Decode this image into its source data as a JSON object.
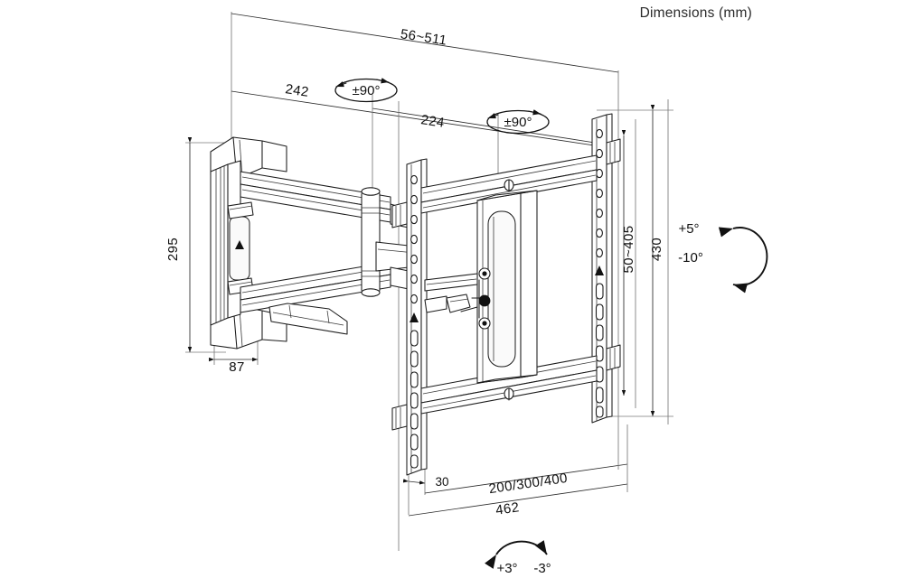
{
  "header": {
    "title": "Dimensions (mm)"
  },
  "drawing": {
    "subject": "full-motion tv wall mount bracket",
    "units": "mm",
    "view": "isometric technical line drawing"
  },
  "dimensions": {
    "extension_range": "56~511",
    "arm_span_upper": "242",
    "arm_span_lower": "224",
    "wall_plate_height": "295",
    "wall_plate_depth": "87",
    "vesa_vertical_range": "50~405",
    "plate_height": "430",
    "edge_offset": "30",
    "vesa_widths": "200/300/400",
    "plate_width": "462"
  },
  "angles": {
    "swivel_joint_1": "±90°",
    "swivel_joint_2": "±90°",
    "tilt_up": "+5°",
    "tilt_down": "-10°",
    "level_left": "+3°",
    "level_right": "-3°"
  },
  "icons": {
    "swivel": "rotation-ellipse-arrow-icon",
    "tilt": "tilt-arc-arrow-icon",
    "roll": "roll-arc-arrow-icon",
    "rail_marker": "triangle-index-marker-icon"
  },
  "colors": {
    "line": "#1b1b1b",
    "dimension_line": "#2a2a2a",
    "extension_line": "#7a7a7a",
    "background": "#ffffff",
    "text": "#111111"
  }
}
